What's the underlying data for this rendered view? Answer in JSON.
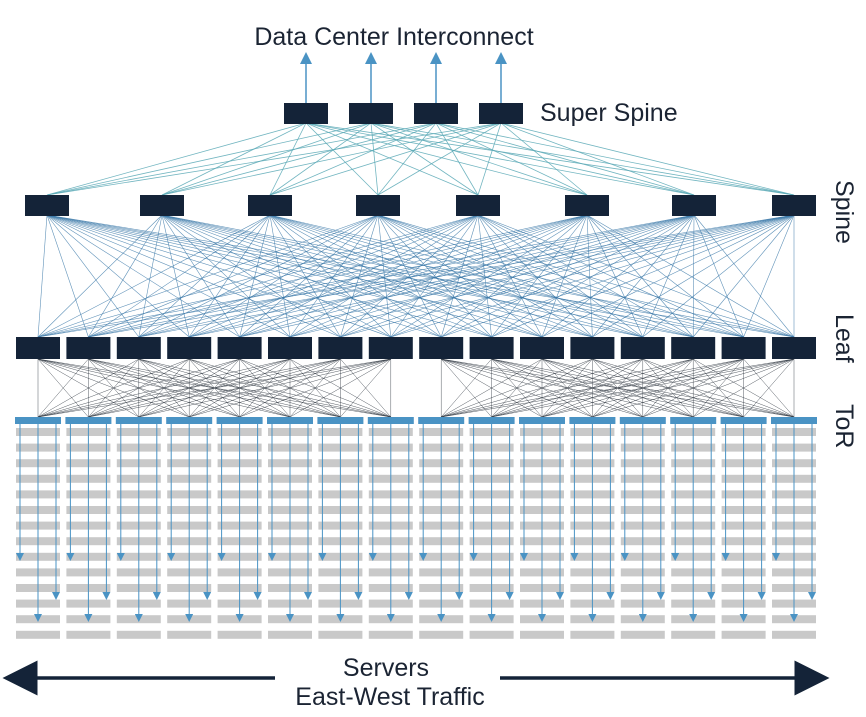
{
  "labels": {
    "dci": "Data Center Interconnect",
    "super_spine": "Super Spine",
    "spine": "Spine",
    "leaf": "Leaf",
    "tor": "ToR",
    "servers": "Servers",
    "east_west": "East-West Traffic"
  },
  "colors": {
    "node": "#142338",
    "link_teal": "#5aa9b6",
    "link_blue": "#3a78a8",
    "link_dark": "#2b333d",
    "arrow": "#4a93c4",
    "server_stripe": "#c9c9c9",
    "label": "#1b2433"
  },
  "topology": {
    "uplinks": 4,
    "super_spine_nodes": 4,
    "spine_nodes": 8,
    "leaf_nodes": 16,
    "tor_nodes": 16,
    "leaf_groups": 2,
    "server_rows": 14
  }
}
